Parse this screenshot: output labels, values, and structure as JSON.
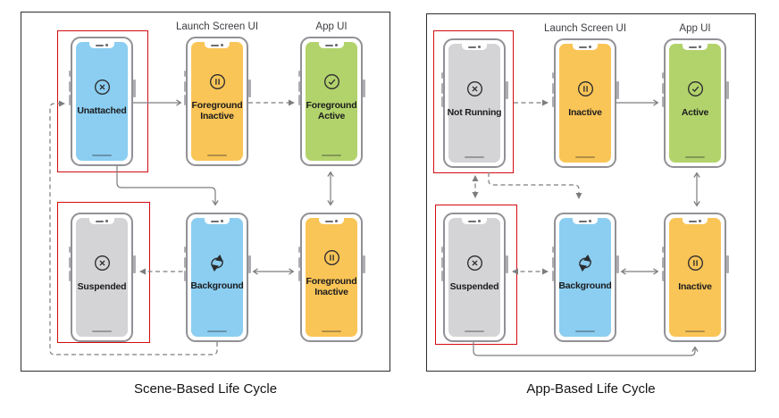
{
  "figure": {
    "panels": [
      {
        "caption": "Scene-Based Life Cycle",
        "columns": {
          "launch_label": "Launch Screen UI",
          "app_label": "App UI"
        },
        "phones": [
          {
            "state": "Unattached",
            "icon": "x-circle-icon",
            "screen_color": "#8BCEF1",
            "highlighted": true
          },
          {
            "state": "Foreground Inactive",
            "icon": "pause-circle-icon",
            "screen_color": "#FAC557",
            "highlighted": false
          },
          {
            "state": "Foreground Active",
            "icon": "check-circle-icon",
            "screen_color": "#B2D36C",
            "highlighted": false
          },
          {
            "state": "Suspended",
            "icon": "x-circle-icon",
            "screen_color": "#D4D4D6",
            "highlighted": true
          },
          {
            "state": "Background",
            "icon": "sync-icon",
            "screen_color": "#8BCEF1",
            "highlighted": false
          },
          {
            "state": "Foreground Inactive",
            "icon": "pause-circle-icon",
            "screen_color": "#FAC557",
            "highlighted": false
          }
        ],
        "transitions": [
          {
            "from": "Background",
            "to": "Unattached",
            "style": "dashed",
            "bidirectional": false
          },
          {
            "from": "Unattached",
            "to": "Foreground Inactive",
            "style": "solid",
            "bidirectional": false
          },
          {
            "from": "Foreground Inactive",
            "to": "Foreground Active",
            "style": "dashed",
            "bidirectional": false
          },
          {
            "from": "Unattached",
            "to": "Background",
            "style": "solid",
            "bidirectional": false
          },
          {
            "from": "Foreground Active",
            "to": "Foreground Inactive (bottom)",
            "style": "solid",
            "bidirectional": true
          },
          {
            "from": "Suspended",
            "to": "Background",
            "style": "dashed",
            "bidirectional": true
          },
          {
            "from": "Background",
            "to": "Foreground Inactive (bottom)",
            "style": "solid",
            "bidirectional": true
          }
        ]
      },
      {
        "caption": "App-Based Life Cycle",
        "columns": {
          "launch_label": "Launch Screen UI",
          "app_label": "App UI"
        },
        "phones": [
          {
            "state": "Not Running",
            "icon": "x-circle-icon",
            "screen_color": "#D4D4D6",
            "highlighted": true
          },
          {
            "state": "Inactive",
            "icon": "pause-circle-icon",
            "screen_color": "#FAC557",
            "highlighted": false
          },
          {
            "state": "Active",
            "icon": "check-circle-icon",
            "screen_color": "#B2D36C",
            "highlighted": false
          },
          {
            "state": "Suspended",
            "icon": "x-circle-icon",
            "screen_color": "#D4D4D6",
            "highlighted": true
          },
          {
            "state": "Background",
            "icon": "sync-icon",
            "screen_color": "#8BCEF1",
            "highlighted": false
          },
          {
            "state": "Inactive",
            "icon": "pause-circle-icon",
            "screen_color": "#FAC557",
            "highlighted": false
          }
        ],
        "transitions": [
          {
            "from": "Not Running",
            "to": "Inactive",
            "style": "dashed",
            "bidirectional": false
          },
          {
            "from": "Inactive",
            "to": "Active",
            "style": "solid",
            "bidirectional": false
          },
          {
            "from": "Not Running",
            "to": "Suspended",
            "style": "dashed",
            "bidirectional": true
          },
          {
            "from": "Not Running",
            "to": "Background",
            "style": "dashed",
            "bidirectional": false
          },
          {
            "from": "Active",
            "to": "Inactive (bottom)",
            "style": "solid",
            "bidirectional": true
          },
          {
            "from": "Suspended",
            "to": "Background",
            "style": "dashed",
            "bidirectional": true
          },
          {
            "from": "Background",
            "to": "Inactive (bottom)",
            "style": "solid",
            "bidirectional": true
          },
          {
            "from": "Suspended",
            "to": "Inactive (bottom)",
            "style": "solid",
            "bidirectional": false
          }
        ]
      }
    ],
    "colors": {
      "blue": "#8BCEF1",
      "orange": "#FAC557",
      "green": "#B2D36C",
      "gray": "#D4D4D6",
      "highlight_red": "#D40A10",
      "connector": "#7D7D80",
      "phone_frame": "#919196"
    }
  }
}
